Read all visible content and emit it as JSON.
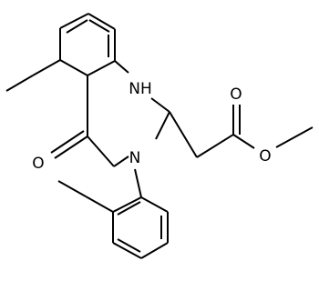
{
  "molecule": {
    "atoms": {
      "nh": "NH",
      "n3": "N",
      "o_ketone": "O",
      "o_ester_carbonyl": "O",
      "o_ester_ether": "O"
    }
  },
  "colors": {
    "bond": "#000000",
    "label": "#000000",
    "background": "#ffffff"
  }
}
